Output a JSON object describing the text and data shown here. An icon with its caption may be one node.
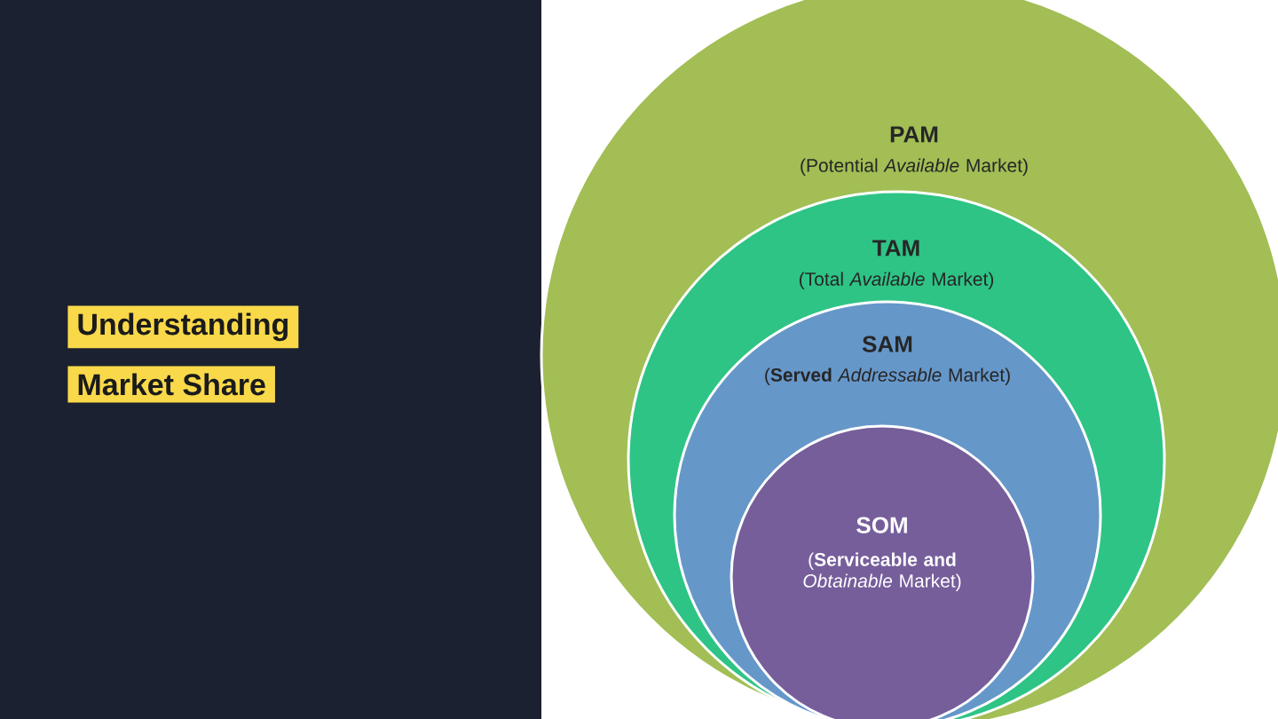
{
  "diagram": {
    "nodes": [
      {
        "text": [
          "PAM",
          "(Potential *Available* Market)"
        ]
      },
      {
        "text": [
          "TAM",
          "(Total *Available* Market)"
        ],
        "in": 0
      },
      {
        "text": [
          "SAM",
          "(**Served** *Addressable* Market)"
        ],
        "in": 1
      },
      {
        "text": [
          "SOM",
          "(**Serviceable and** *Obtainable* Market)"
        ],
        "in": 2
      }
    ],
    "labels": [
      "Understanding",
      "Market Share"
    ]
  }
}
